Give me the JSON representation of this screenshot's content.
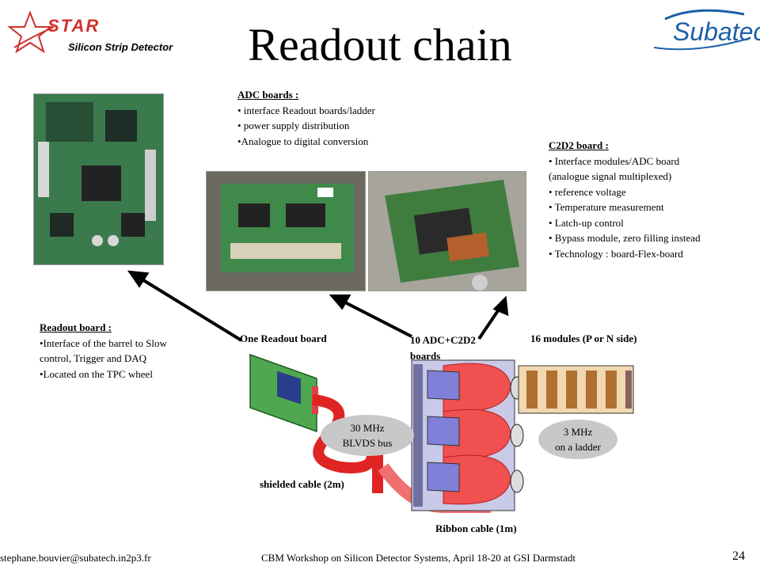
{
  "slide": {
    "title": "Readout chain",
    "page_number": "24"
  },
  "logos": {
    "star_text": "STAR",
    "star_subtitle": "Silicon Strip Detector",
    "subatech_text": "Subatech"
  },
  "adc_boards": {
    "heading": "ADC boards :",
    "items": [
      "• interface Readout boards/ladder",
      "• power supply distribution",
      "•Analogue to digital conversion"
    ]
  },
  "c2d2_board": {
    "heading": "C2D2 board :",
    "items": [
      "• Interface modules/ADC board",
      "(analogue signal multiplexed)",
      "• reference voltage",
      "• Temperature measurement",
      "• Latch-up control",
      "• Bypass module, zero filling instead",
      "• Technology : board-Flex-board"
    ]
  },
  "readout_board": {
    "heading": "Readout board :",
    "items": [
      "•Interface of the barrel to Slow",
      "control, Trigger  and DAQ",
      "•Located on the TPC wheel"
    ]
  },
  "diagram": {
    "one_readout_board": "One Readout board",
    "adc_c2d2_line1": "10 ADC+C2D2",
    "adc_c2d2_line2": "boards",
    "modules": "16 modules (P or N side)",
    "bus_line1": "30 MHz",
    "bus_line2": "BLVDS bus",
    "ladder_line1": "3 MHz",
    "ladder_line2": "on a ladder",
    "shielded_cable": "shielded cable (2m)",
    "ribbon_cable": "Ribbon cable (1m)"
  },
  "footer": {
    "email": "stephane.bouvier@subatech.in2p3.fr",
    "event": "CBM Workshop on Silicon Detector Systems, April 18-20 at GSI Darmstadt"
  },
  "colors": {
    "star_red": "#d0312d",
    "subatech_blue": "#1d5fa8",
    "cable_red": "#f05050",
    "board_green": "#3c8c3c"
  }
}
